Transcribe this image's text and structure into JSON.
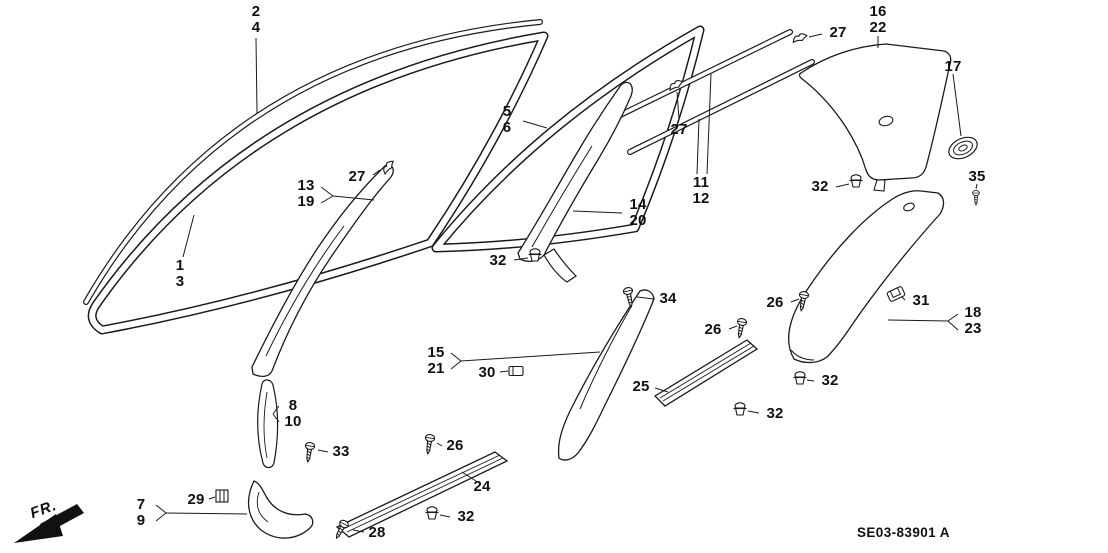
{
  "diagram": {
    "code": "SE03-83901 A",
    "direction_label": "FR."
  },
  "callouts": {
    "c1_3": [
      "1",
      "3"
    ],
    "c2_4": [
      "2",
      "4"
    ],
    "c5_6": [
      "5",
      "6"
    ],
    "c7_9": [
      "7",
      "9"
    ],
    "c8_10": [
      "8",
      "10"
    ],
    "c11_12": [
      "11",
      "12"
    ],
    "c13_19": [
      "13",
      "19"
    ],
    "c14_20": [
      "14",
      "20"
    ],
    "c15_21": [
      "15",
      "21"
    ],
    "c16_22": [
      "16",
      "22"
    ],
    "c17": [
      "17"
    ],
    "c18_23": [
      "18",
      "23"
    ],
    "c24": [
      "24"
    ],
    "c25": [
      "25"
    ],
    "c26_a": [
      "26"
    ],
    "c26_b": [
      "26"
    ],
    "c26_c": [
      "26"
    ],
    "c27_a": [
      "27"
    ],
    "c27_b": [
      "27"
    ],
    "c27_c": [
      "27"
    ],
    "c28": [
      "28"
    ],
    "c29": [
      "29"
    ],
    "c30": [
      "30"
    ],
    "c31": [
      "31"
    ],
    "c32_a": [
      "32"
    ],
    "c32_b": [
      "32"
    ],
    "c32_c": [
      "32"
    ],
    "c32_d": [
      "32"
    ],
    "c32_e": [
      "32"
    ],
    "c33": [
      "33"
    ],
    "c34": [
      "34"
    ],
    "c35": [
      "35"
    ]
  }
}
